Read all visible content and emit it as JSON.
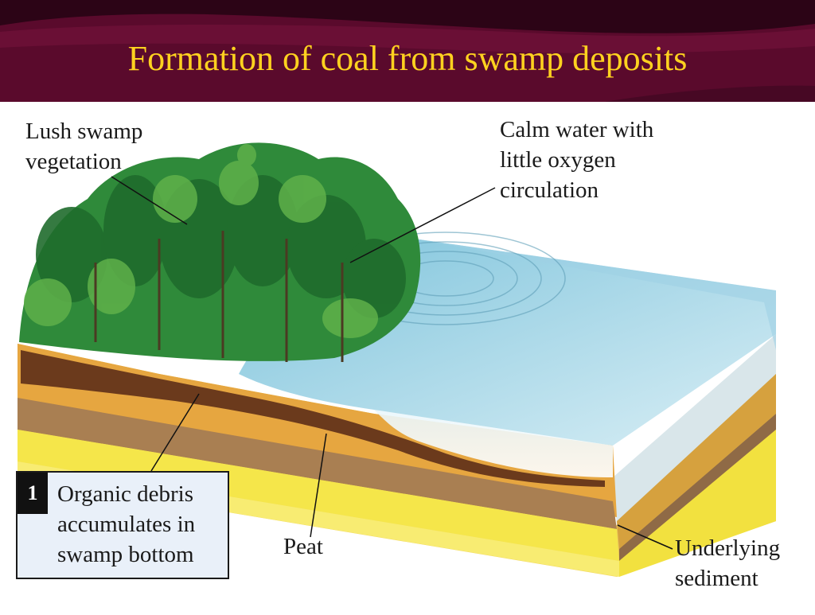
{
  "title": "Formation of coal from swamp deposits",
  "labels": {
    "vegetation": "Lush swamp\nvegetation",
    "water": "Calm water with\nlittle oxygen\ncirculation",
    "peat": "Peat",
    "sediment": "Underlying\nsediment"
  },
  "callout": {
    "number": "1",
    "text": "Organic debris\naccumulates in\nswamp bottom"
  },
  "colors": {
    "header": "#5a0a2c",
    "title": "#ffd21f",
    "water": "#a7d5e8",
    "sand": "#e6a640",
    "clay": "#a97f52",
    "sediment": "#f5e64a"
  }
}
